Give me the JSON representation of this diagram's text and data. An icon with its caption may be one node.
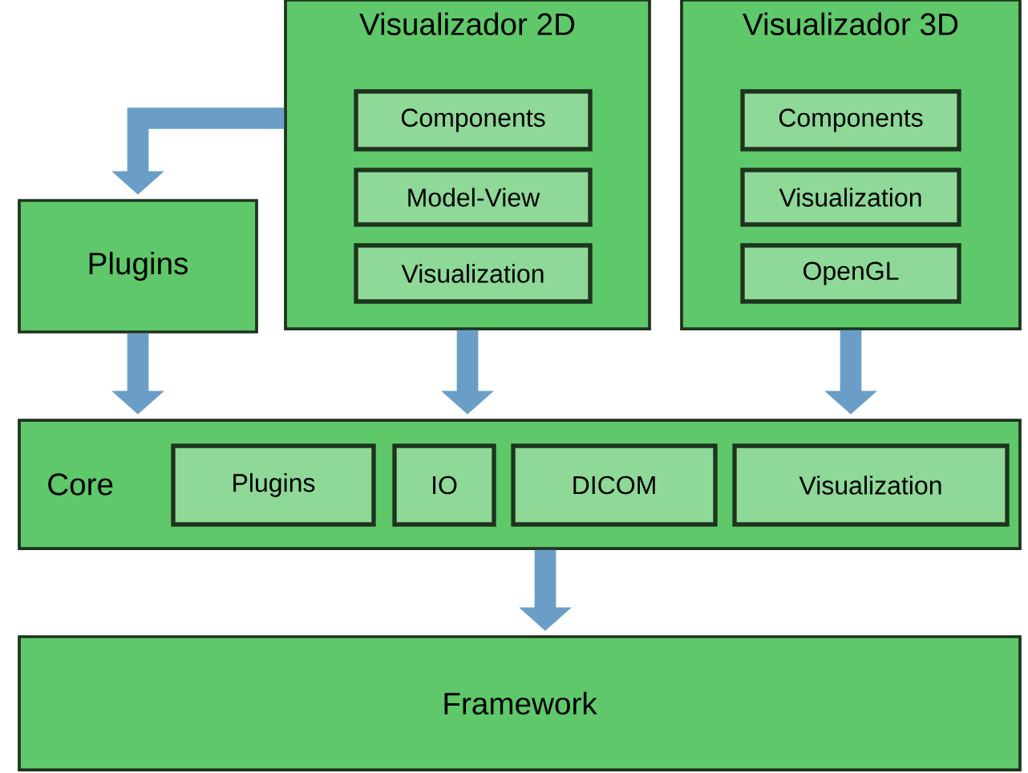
{
  "diagram": {
    "nodes": [
      {
        "text": [
          "Plugins"
        ]
      },
      {
        "text": [
          "Visualizador 2D"
        ]
      },
      {
        "text": [
          "Components"
        ],
        "in": 1
      },
      {
        "text": [
          "Model-View"
        ],
        "in": 1
      },
      {
        "text": [
          "Visualization"
        ],
        "in": 1
      },
      {
        "text": [
          "Visualizador 3D"
        ]
      },
      {
        "text": [
          "Components"
        ],
        "in": 5
      },
      {
        "text": [
          "Visualization"
        ],
        "in": 5
      },
      {
        "text": [
          "OpenGL"
        ],
        "in": 5
      },
      {
        "text": [
          "Core"
        ]
      },
      {
        "text": [
          "Plugins"
        ],
        "in": 9
      },
      {
        "text": [
          "IO"
        ],
        "in": 9
      },
      {
        "text": [
          "DICOM"
        ],
        "in": 9
      },
      {
        "text": [
          "Visualization"
        ],
        "in": 9
      },
      {
        "text": [
          "Framework"
        ]
      }
    ],
    "edges": [
      {
        "from": 1,
        "to": 0,
        "arrow": "to"
      },
      {
        "from": 0,
        "to": 9,
        "arrow": "to"
      },
      {
        "from": 1,
        "to": 9,
        "arrow": "to"
      },
      {
        "from": 5,
        "to": 9,
        "arrow": "to"
      },
      {
        "from": 9,
        "to": 14,
        "arrow": "to"
      }
    ]
  }
}
